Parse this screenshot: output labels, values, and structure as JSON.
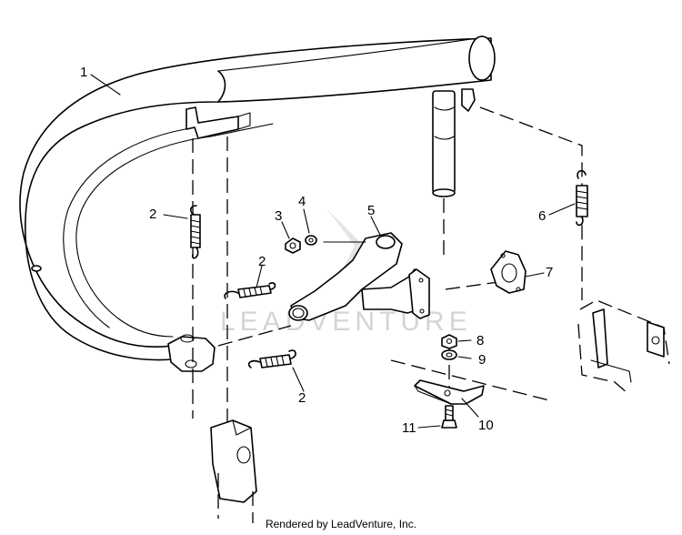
{
  "diagram": {
    "callouts": {
      "c1": "1",
      "c2a": "2",
      "c2b": "2",
      "c2c": "2",
      "c3": "3",
      "c4": "4",
      "c5": "5",
      "c6": "6",
      "c7": "7",
      "c8": "8",
      "c9": "9",
      "c10": "10",
      "c11": "11"
    },
    "watermark": "LEADVENTURE"
  },
  "footer": {
    "text": "Rendered by LeadVenture, Inc."
  }
}
